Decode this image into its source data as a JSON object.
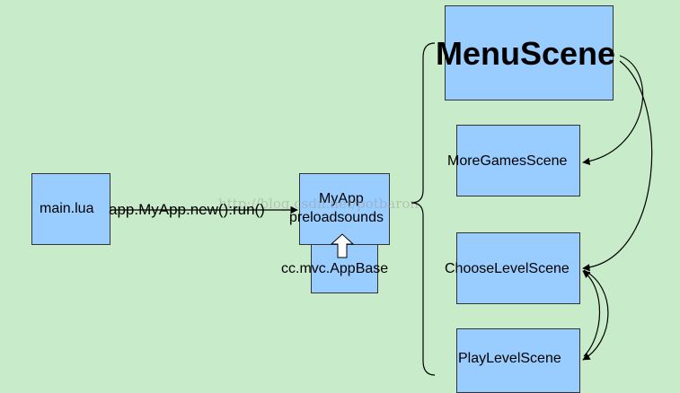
{
  "diagram": {
    "nodes": {
      "main": "main.lua",
      "myapp_title": "MyApp",
      "myapp_sub": "preloadsounds",
      "appbase": "cc.mvc.AppBase",
      "menu": "MenuScene",
      "moregames": "MoreGamesScene",
      "chooselevel": "ChooseLevelScene",
      "playlevel": "PlayLevelScene"
    },
    "edges": {
      "main_to_myapp": "app.MyApp.new():run()"
    },
    "watermark": "http://blog.csdn.net/potbaron"
  },
  "colors": {
    "background": "#c8ecc9",
    "box_fill": "#99ccff",
    "box_border": "#333333",
    "line": "#000000"
  }
}
